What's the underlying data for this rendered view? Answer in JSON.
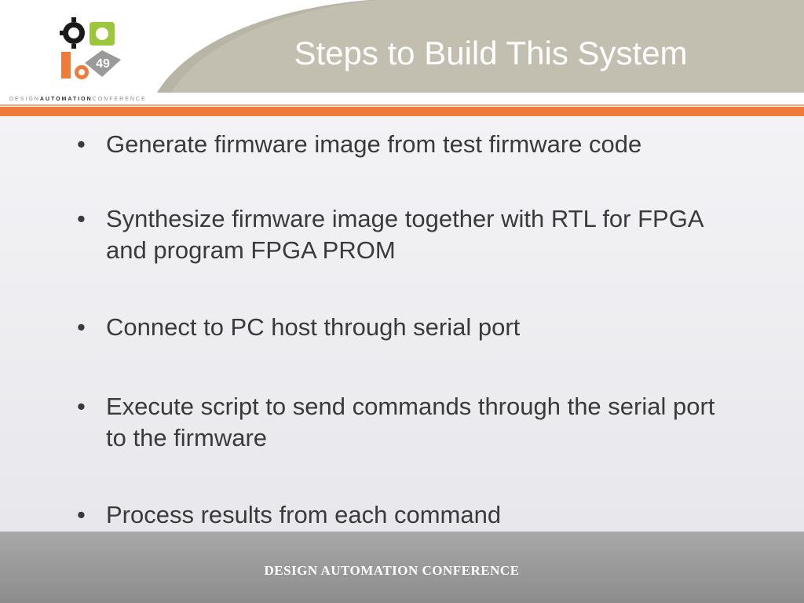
{
  "slide": {
    "title": "Steps to Build This System",
    "logo_badge": "49",
    "brand_design": "DESIGN",
    "brand_automation": "AUTOMATION",
    "brand_conference": "CONFERENCE",
    "footer_text": "DESIGN AUTOMATION CONFERENCE"
  },
  "bullets": [
    {
      "marker": "•",
      "text": "Generate firmware image from test firmware code"
    },
    {
      "marker": "•",
      "text": "Synthesize firmware image together with RTL for FPGA and program FPGA PROM"
    },
    {
      "marker": "•",
      "text": "Connect to PC host through serial port"
    },
    {
      "marker": "•",
      "text": "Execute script to send commands through the serial port to the firmware"
    },
    {
      "marker": "•",
      "text": "Process results from each command"
    }
  ],
  "colors": {
    "header_shape": "#b9b5a6",
    "accent_orange": "#ef7a3a",
    "logo_green": "#9cc63b",
    "logo_orange": "#ef7a3a",
    "logo_gray": "#9a9a9a",
    "footer_gray": "#999999"
  },
  "icons": [
    "dac-logo-icon"
  ]
}
